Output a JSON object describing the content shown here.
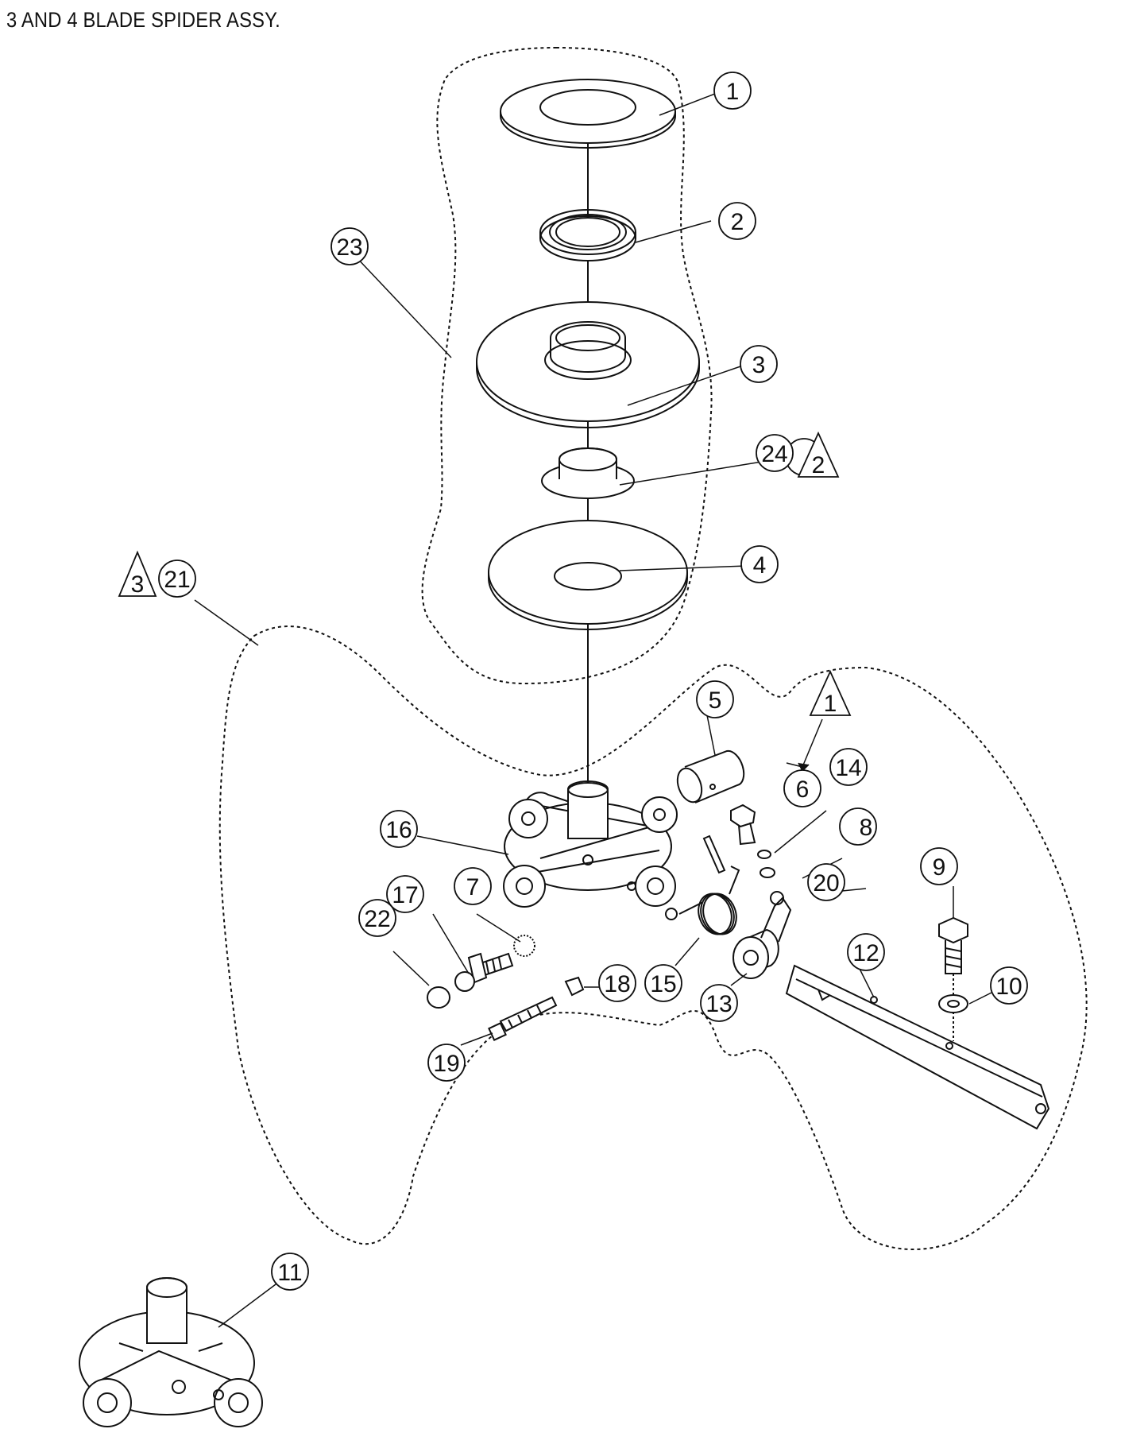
{
  "title": "3 AND 4 BLADE SPIDER  ASSY.",
  "callouts": [
    "1",
    "2",
    "3",
    "4",
    "5",
    "6",
    "7",
    "8",
    "9",
    "10",
    "11",
    "12",
    "13",
    "14",
    "15",
    "16",
    "17",
    "18",
    "19",
    "20",
    "21",
    "22",
    "23",
    "24"
  ],
  "notes": [
    "1",
    "2",
    "3"
  ]
}
